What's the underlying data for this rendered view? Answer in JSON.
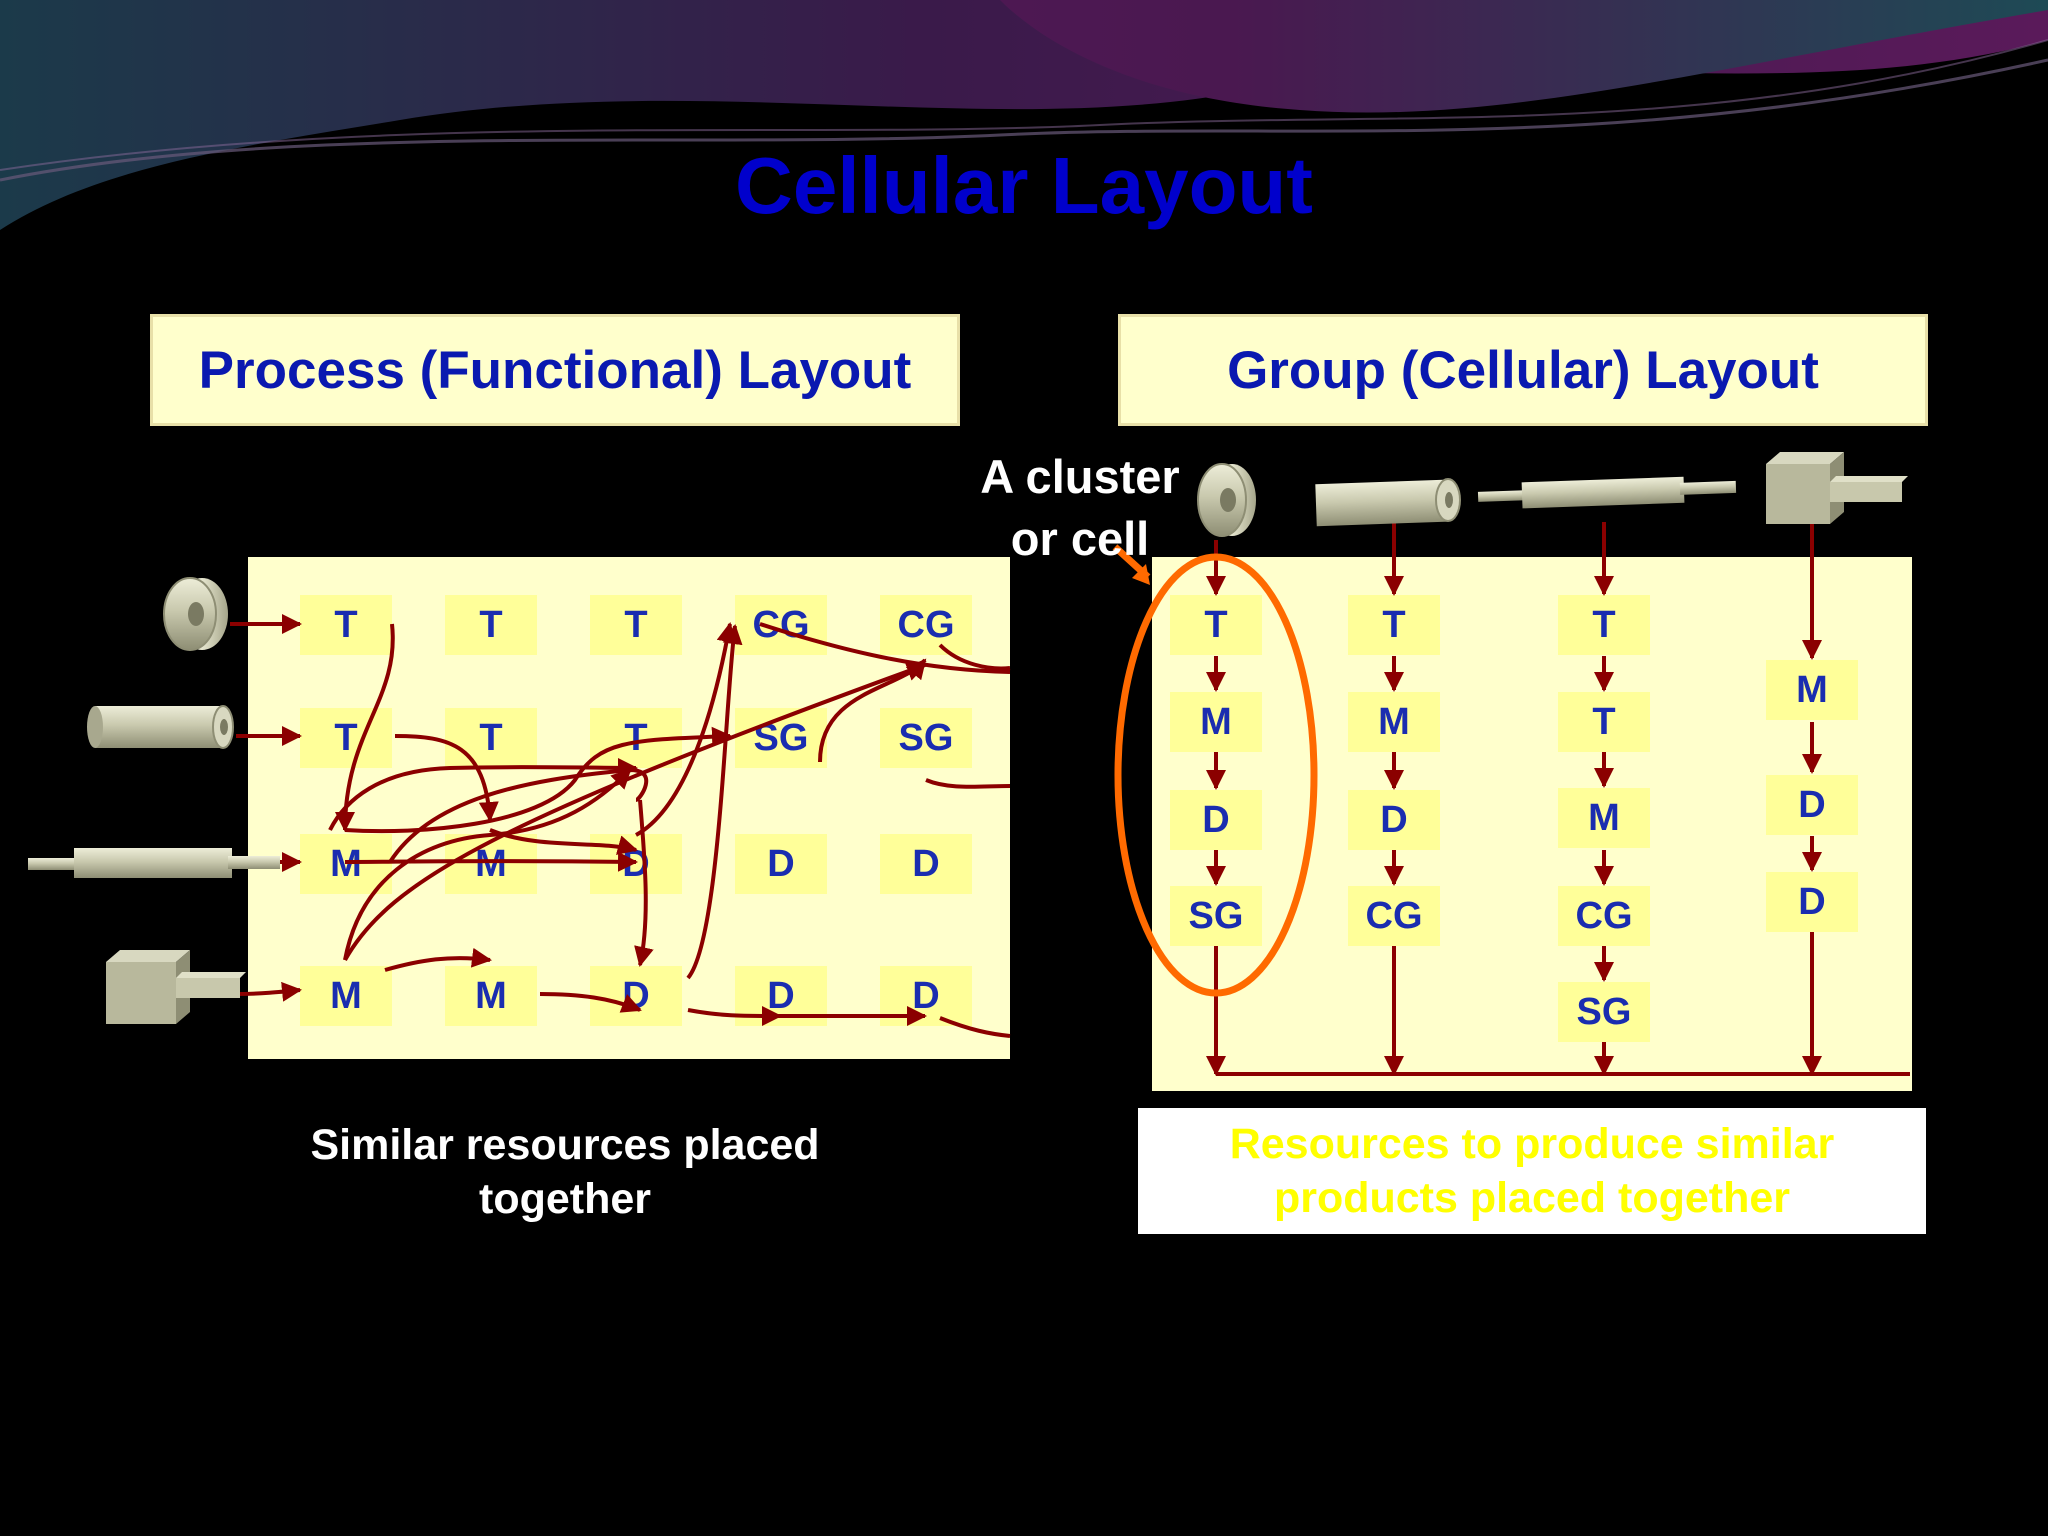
{
  "slide_title": "Cellular Layout",
  "left": {
    "header": "Process (Functional) Layout",
    "caption_line1": "Similar resources placed",
    "caption_line2": "together",
    "grid": [
      [
        "T",
        "T",
        "T",
        "CG",
        "CG"
      ],
      [
        "T",
        "T",
        "T",
        "SG",
        "SG"
      ],
      [
        "M",
        "M",
        "D",
        "D",
        "D"
      ],
      [
        "M",
        "M",
        "D",
        "D",
        "D"
      ]
    ]
  },
  "right": {
    "header": "Group (Cellular) Layout",
    "cluster_label_line1": "A cluster",
    "cluster_label_line2": "or cell",
    "caption_line1": "Resources to produce similar",
    "caption_line2": "products placed together",
    "columns": [
      [
        "T",
        "M",
        "D",
        "SG"
      ],
      [
        "T",
        "M",
        "D",
        "CG"
      ],
      [
        "T",
        "T",
        "M",
        "CG",
        "SG"
      ],
      [
        "M",
        "D",
        "D"
      ]
    ]
  },
  "colors": {
    "title": "#0000CC",
    "header_text": "#0A19B0",
    "panel_bg": "#FFFFCC",
    "box_bg": "#FFFF99",
    "box_text": "#1A2DB0",
    "arrow": "#8B0000",
    "cluster_ring": "#FF6A00",
    "right_caption_text": "#FFFF00"
  },
  "icons": [
    "washer-part-icon",
    "cylinder-part-icon",
    "shaft-part-icon",
    "block-part-icon"
  ]
}
